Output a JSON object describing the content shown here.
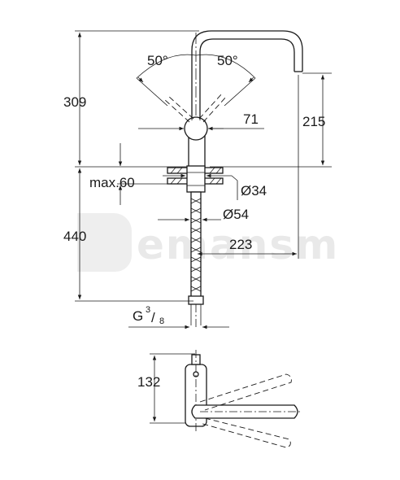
{
  "drawing": {
    "dimensions": {
      "total_height": "309",
      "spout_height": "215",
      "angle_left": "50°",
      "angle_right": "50°",
      "lever_offset": "71",
      "max_deck": "max.60",
      "hole_diameter": "Ø34",
      "flange_diameter": "Ø54",
      "hose_length": "440",
      "reach": "223",
      "thread_letter": "G",
      "thread_num": "3",
      "thread_den": "8",
      "depth": "132"
    },
    "watermark": "emansm",
    "colors": {
      "line": "#1a1a1a",
      "watermark": "#e9e9e9",
      "background": "#ffffff"
    }
  }
}
